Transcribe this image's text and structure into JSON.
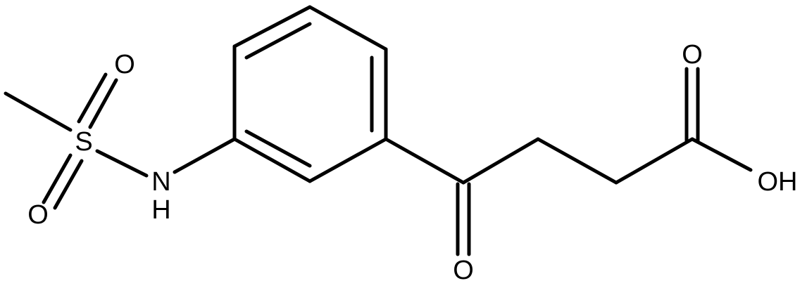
{
  "colors": {
    "bond": "#000000",
    "background": "#ffffff"
  },
  "atoms": {
    "s": "S",
    "o_sulfonyl_top": "O",
    "o_sulfonyl_bottom": "O",
    "n": "N",
    "h_amine": "H",
    "o_ketone": "O",
    "o_acid": "O",
    "oh_acid": "OH"
  }
}
